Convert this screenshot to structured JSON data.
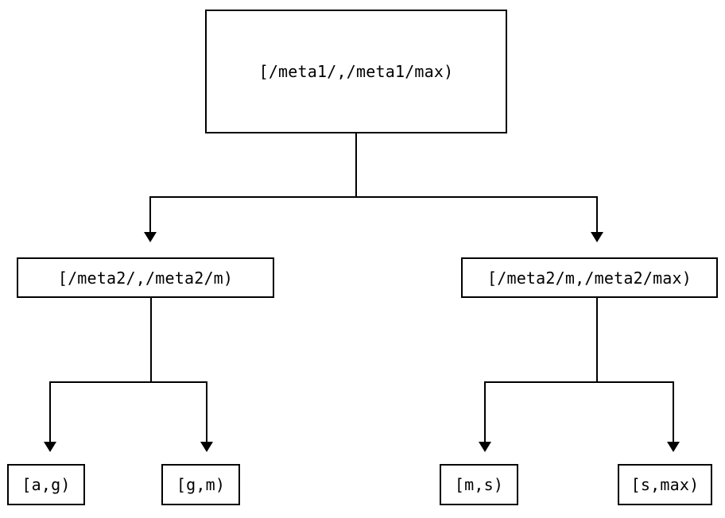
{
  "diagram": {
    "type": "interval-partition-tree",
    "background_color": "#ffffff",
    "line_color": "#000000",
    "nodes": {
      "root": {
        "label": "[/meta1/,/meta1/max)"
      },
      "mid_left": {
        "label": "[/meta2/,/meta2/m)"
      },
      "mid_right": {
        "label": "[/meta2/m,/meta2/max)"
      },
      "leaf_1": {
        "label": "[a,g)"
      },
      "leaf_2": {
        "label": "[g,m)"
      },
      "leaf_3": {
        "label": "[m,s)"
      },
      "leaf_4": {
        "label": "[s,max)"
      }
    }
  }
}
